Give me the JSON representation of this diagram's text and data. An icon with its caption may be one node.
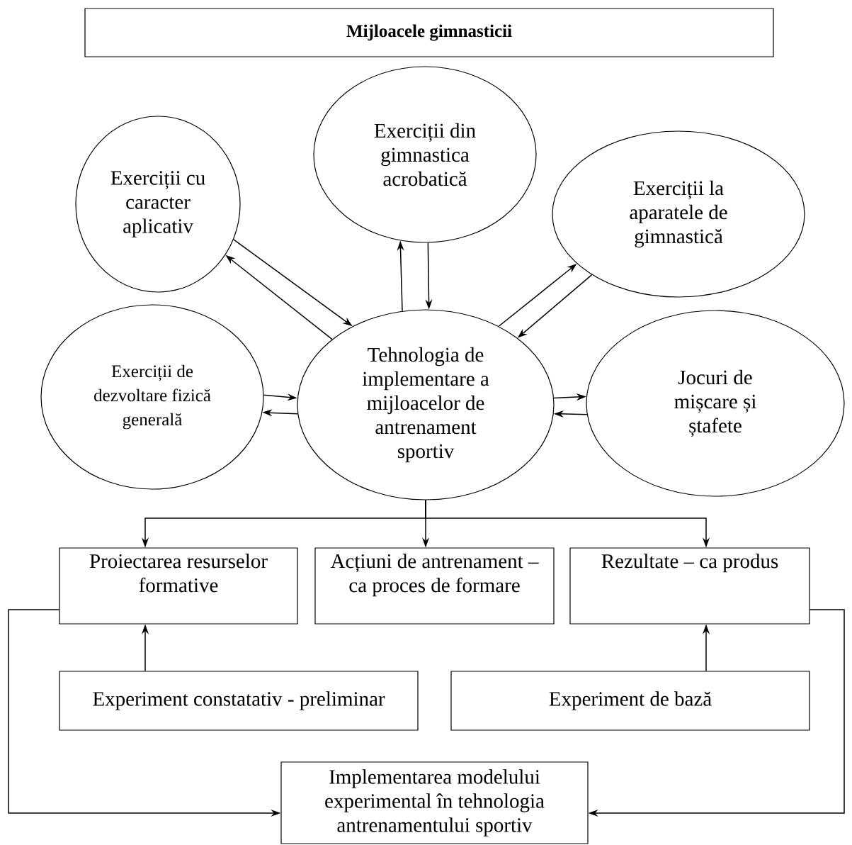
{
  "diagram": {
    "nodes": [
      {
        "text": [
          "Mijloacele gimnasticii"
        ]
      },
      {
        "text": [
          "Exerciții cu caracter aplicativ"
        ]
      },
      {
        "text": [
          "Exerciții din gimnastica acrobatică"
        ]
      },
      {
        "text": [
          "Exerciții la aparatele de gimnastică"
        ]
      },
      {
        "text": [
          "Exerciții de dezvoltare fizică generală"
        ]
      },
      {
        "text": [
          "Tehnologia de implementare a mijloacelor de antrenament sportiv"
        ]
      },
      {
        "text": [
          "Jocuri de mișcare și ștafete"
        ]
      },
      {
        "text": [
          "Proiectarea resurselor formative"
        ]
      },
      {
        "text": [
          "Acțiuni de antrenament – ca proces de formare"
        ]
      },
      {
        "text": [
          "Rezultate – ca produs"
        ]
      },
      {
        "text": [
          "Experiment constatativ - preliminar"
        ]
      },
      {
        "text": [
          "Experiment de bază"
        ]
      },
      {
        "text": [
          "Implementarea modelului experimental în tehnologia antrenamentului sportiv"
        ]
      }
    ],
    "edges": [
      {
        "from": 5,
        "to": 1,
        "arrow": "to"
      },
      {
        "from": 1,
        "to": 5,
        "arrow": "to"
      },
      {
        "from": 5,
        "to": 2,
        "arrow": "to"
      },
      {
        "from": 2,
        "to": 5,
        "arrow": "to"
      },
      {
        "from": 5,
        "to": 3,
        "arrow": "to"
      },
      {
        "from": 3,
        "to": 5,
        "arrow": "to"
      },
      {
        "from": 4,
        "to": 5,
        "arrow": "to"
      },
      {
        "from": 5,
        "to": 4,
        "arrow": "to"
      },
      {
        "from": 5,
        "to": 6,
        "arrow": "to"
      },
      {
        "from": 6,
        "to": 5,
        "arrow": "to"
      },
      {
        "from": 5,
        "to": 7,
        "arrow": "to"
      },
      {
        "from": 5,
        "to": 8,
        "arrow": "to"
      },
      {
        "from": 5,
        "to": 9,
        "arrow": "to"
      },
      {
        "from": 10,
        "to": 7,
        "arrow": "to"
      },
      {
        "from": 11,
        "to": 9,
        "arrow": "to"
      },
      {
        "from": 7,
        "to": 12,
        "arrow": "to"
      },
      {
        "from": 9,
        "to": 12,
        "arrow": "to"
      }
    ]
  }
}
